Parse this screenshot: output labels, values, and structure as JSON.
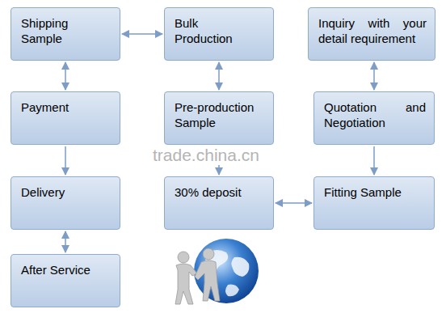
{
  "diagram": {
    "nodes": [
      {
        "text": [
          "Shipping Sample"
        ]
      },
      {
        "text": [
          "Bulk Production"
        ]
      },
      {
        "text": [
          "Inquiry with your detail requirement"
        ]
      },
      {
        "text": [
          "Payment"
        ]
      },
      {
        "text": [
          "Pre-production Sample"
        ]
      },
      {
        "text": [
          "Quotation and Negotiation"
        ]
      },
      {
        "text": [
          "Delivery"
        ]
      },
      {
        "text": [
          "30% deposit"
        ]
      },
      {
        "text": [
          "Fitting Sample"
        ]
      },
      {
        "text": [
          "After Service"
        ]
      }
    ],
    "edges": [
      {
        "from": 0,
        "to": 1,
        "arrow": "both"
      },
      {
        "from": 0,
        "to": 3,
        "arrow": "both"
      },
      {
        "from": 1,
        "to": 4,
        "arrow": "both"
      },
      {
        "from": 2,
        "to": 5,
        "arrow": "both"
      },
      {
        "from": 3,
        "to": 6,
        "arrow": "to"
      },
      {
        "from": 4,
        "to": 7,
        "arrow": "to"
      },
      {
        "from": 5,
        "to": 8,
        "arrow": "to"
      },
      {
        "from": 7,
        "to": 8,
        "arrow": "both"
      },
      {
        "from": 6,
        "to": 9,
        "arrow": "both"
      }
    ],
    "labels": [
      "trade.china.cn"
    ]
  }
}
